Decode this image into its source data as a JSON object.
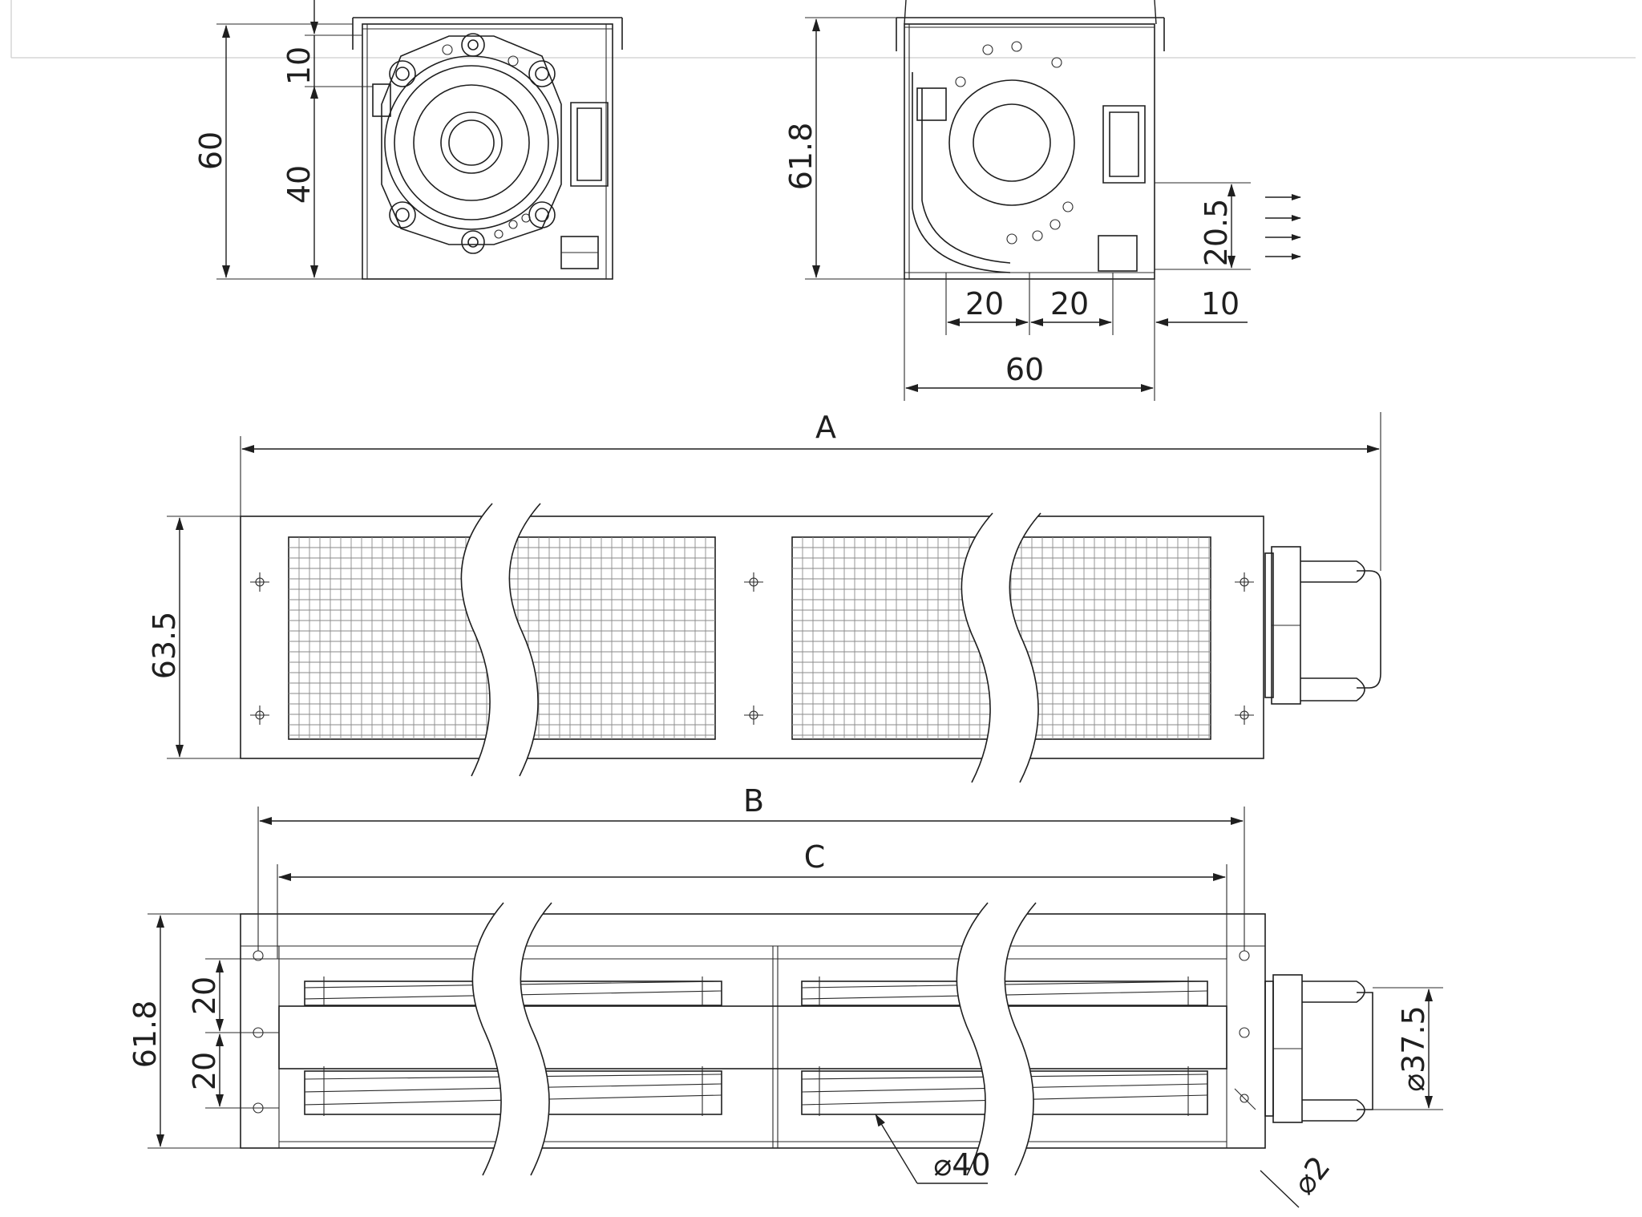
{
  "drawing": {
    "front_view": {
      "dim_10": "10",
      "dim_40": "40",
      "dim_60": "60"
    },
    "side_view": {
      "dim_61_8": "61.8",
      "dim_20_5": "20.5",
      "dim_20_a": "20",
      "dim_20_b": "20",
      "dim_10": "10",
      "dim_60": "60"
    },
    "top_view": {
      "dim_A": "A",
      "dim_63_5": "63.5"
    },
    "bottom_view": {
      "dim_B": "B",
      "dim_C": "C",
      "dim_61_8": "61.8",
      "dim_20_a": "20",
      "dim_20_b": "20",
      "dim_37_5": "⌀37.5",
      "dim_40": "⌀40",
      "dim_2": "⌀2"
    }
  }
}
